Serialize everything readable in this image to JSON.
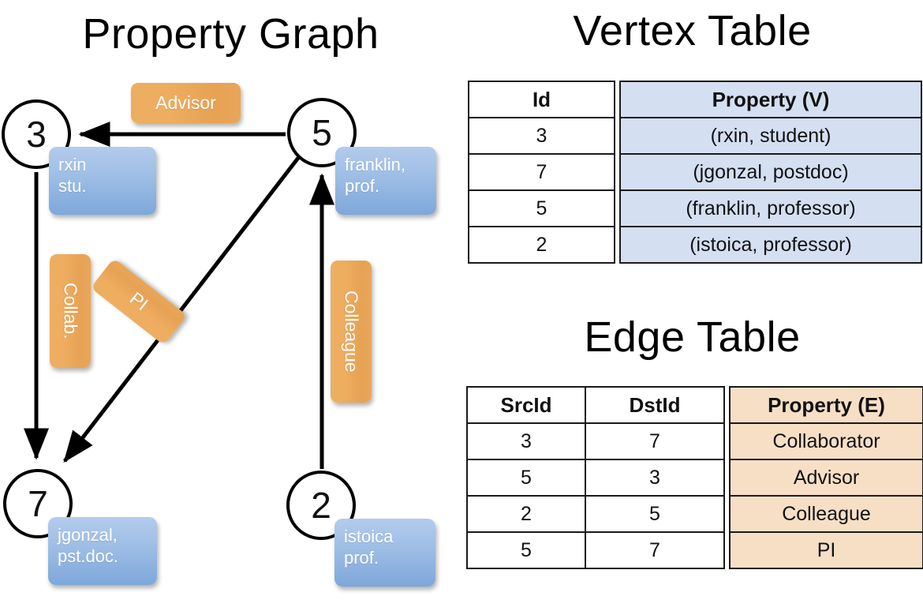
{
  "titles": {
    "property_graph": "Property Graph",
    "vertex_table": "Vertex Table",
    "edge_table": "Edge Table"
  },
  "graph": {
    "vertices": [
      {
        "id": "3",
        "property_label": "rxin\nstu."
      },
      {
        "id": "5",
        "property_label": "franklin,\nprof."
      },
      {
        "id": "7",
        "property_label": "jgonzal,\npst.doc."
      },
      {
        "id": "2",
        "property_label": "istoica\nprof."
      }
    ],
    "vertex_labels": {
      "v3": "3",
      "v5": "5",
      "v7": "7",
      "v2": "2"
    },
    "property_boxes": {
      "rxin_line1": "rxin",
      "rxin_line2": "stu.",
      "franklin_line1": "franklin,",
      "franklin_line2": "prof.",
      "jgonzal_line1": "jgonzal,",
      "jgonzal_line2": "pst.doc.",
      "istoica_line1": "istoica",
      "istoica_line2": "prof."
    },
    "edge_badges": {
      "advisor": "Advisor",
      "collab": "Collab.",
      "pi": "PI",
      "colleague": "Colleague"
    },
    "edges": [
      {
        "from": "5",
        "to": "3",
        "label": "Advisor"
      },
      {
        "from": "3",
        "to": "7",
        "label": "Collab."
      },
      {
        "from": "5",
        "to": "7",
        "label": "PI"
      },
      {
        "from": "2",
        "to": "5",
        "label": "Colleague"
      }
    ]
  },
  "vertex_table": {
    "headers": [
      "Id",
      "Property (V)"
    ],
    "rows": [
      {
        "id": "3",
        "property": "(rxin, student)"
      },
      {
        "id": "7",
        "property": "(jgonzal, postdoc)"
      },
      {
        "id": "5",
        "property": "(franklin, professor)"
      },
      {
        "id": "2",
        "property": "(istoica, professor)"
      }
    ]
  },
  "edge_table": {
    "headers": [
      "SrcId",
      "DstId",
      "Property (E)"
    ],
    "rows": [
      {
        "src": "3",
        "dst": "7",
        "property": "Collaborator"
      },
      {
        "src": "5",
        "dst": "3",
        "property": "Advisor"
      },
      {
        "src": "2",
        "dst": "5",
        "property": "Colleague"
      },
      {
        "src": "5",
        "dst": "7",
        "property": "PI"
      }
    ]
  },
  "colors": {
    "vertex_cell": "#d4dff2",
    "edge_cell": "#f7dfc6",
    "badge_orange": "#eead5f",
    "property_blue": "#a0bfe6",
    "stroke": "#000000"
  }
}
